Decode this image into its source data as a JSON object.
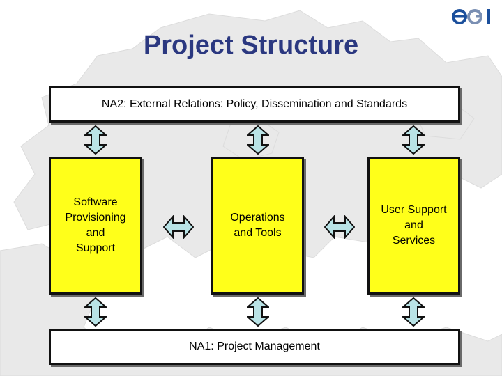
{
  "slide": {
    "title": "Project Structure"
  },
  "logo": {
    "alt": "EGI logo",
    "text": "egi"
  },
  "boxes": {
    "na2": "NA2: External Relations: Policy, Dissemination and Standards",
    "software": "Software\nProvisioning\nand\nSupport",
    "operations": "Operations\nand Tools",
    "user_support": "User Support\nand\nServices",
    "na1": "NA1: Project Management"
  },
  "colors": {
    "title": "#2b3880",
    "yellow_box": "#ffff1a",
    "arrow_fill": "#b9e3e6",
    "logo_blue": "#1b4f9c"
  },
  "arrows": [
    {
      "id": "na2-software",
      "type": "vertical"
    },
    {
      "id": "na2-operations",
      "type": "vertical"
    },
    {
      "id": "na2-user-support",
      "type": "vertical"
    },
    {
      "id": "software-operations",
      "type": "horizontal"
    },
    {
      "id": "operations-user-support",
      "type": "horizontal"
    },
    {
      "id": "software-na1",
      "type": "vertical"
    },
    {
      "id": "operations-na1",
      "type": "vertical"
    },
    {
      "id": "user-support-na1",
      "type": "vertical"
    }
  ]
}
